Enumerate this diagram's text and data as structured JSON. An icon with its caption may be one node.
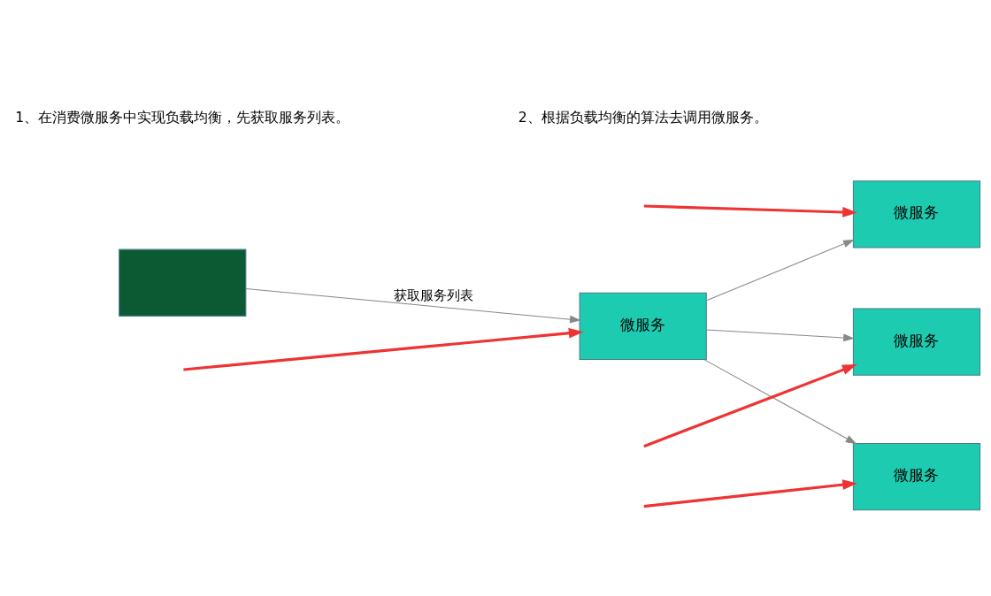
{
  "diagram": {
    "nodes": [
      {
        "text": [],
        "shape": "box"
      },
      {
        "text": [
          "微服务"
        ]
      },
      {
        "text": [
          "微服务"
        ]
      },
      {
        "text": [
          "微服务"
        ]
      },
      {
        "text": [
          "微服务"
        ]
      }
    ],
    "edges": [
      {
        "from": 0,
        "to": 1,
        "arrow": "to",
        "label": "获取服务列表"
      },
      {
        "from": 1,
        "to": 2,
        "arrow": "to"
      },
      {
        "from": 1,
        "to": 3,
        "arrow": "to"
      },
      {
        "from": 1,
        "to": 4,
        "arrow": "to"
      },
      {
        "from": null,
        "to": 2,
        "arrow": "to",
        "style": "thick",
        "color": "#ee3333"
      },
      {
        "from": null,
        "to": 3,
        "arrow": "to",
        "style": "thick",
        "color": "#ee3333"
      },
      {
        "from": null,
        "to": 4,
        "arrow": "to",
        "style": "thick",
        "color": "#ee3333"
      },
      {
        "from": null,
        "to": 1,
        "arrow": "to",
        "style": "thick",
        "color": "#ee3333"
      }
    ],
    "labels": [
      "1、在消费微服务中实现负载均衡，先获取服务列表。",
      "2、根据负载均衡的算法去调用微服务。"
    ]
  }
}
